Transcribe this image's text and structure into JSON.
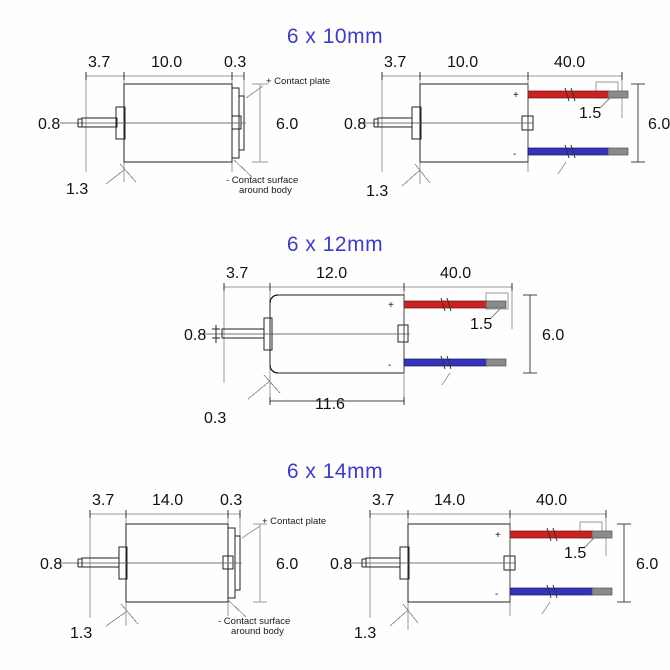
{
  "page": {
    "background": "#fefefe",
    "title_color": "#3b3bd0",
    "wire_positive_color": "#cc2222",
    "wire_negative_color": "#3333bb",
    "wire_tip_color": "#8a8a8a",
    "line_color": "#222222"
  },
  "sections": [
    {
      "id": "6x10",
      "title": "6 x 10mm",
      "left_view": {
        "name": "plain-motor-view",
        "dims": {
          "shaft_length": "3.7",
          "body_length": "10.0",
          "end_plate": "0.3",
          "shaft_dia": "0.8",
          "shaft_step": "1.3",
          "body_dia": "6.0"
        },
        "annotations": {
          "contact_plate": "+ Contact plate",
          "contact_surface_line1": "- Contact surface",
          "contact_surface_line2": "around body"
        }
      },
      "right_view": {
        "name": "wired-motor-view",
        "dims": {
          "shaft_length": "3.7",
          "body_length": "10.0",
          "wire_length": "40.0",
          "shaft_dia": "0.8",
          "shaft_step": "1.3",
          "wire_dia": "1.5",
          "body_dia": "6.0"
        },
        "polarity": {
          "positive": "+",
          "negative": "-"
        }
      }
    },
    {
      "id": "6x12",
      "title": "6 x 12mm",
      "right_view": {
        "name": "wired-motor-view",
        "dims": {
          "shaft_length": "3.7",
          "body_length": "12.0",
          "wire_length": "40.0",
          "shaft_dia": "0.8",
          "end_plate": "0.3",
          "body_inner_length": "11.6",
          "wire_dia": "1.5",
          "body_dia": "6.0"
        },
        "polarity": {
          "positive": "+",
          "negative": "-"
        }
      }
    },
    {
      "id": "6x14",
      "title": "6 x 14mm",
      "left_view": {
        "name": "plain-motor-view",
        "dims": {
          "shaft_length": "3.7",
          "body_length": "14.0",
          "end_plate": "0.3",
          "shaft_dia": "0.8",
          "shaft_step": "1.3",
          "body_dia": "6.0"
        },
        "annotations": {
          "contact_plate": "+ Contact plate",
          "contact_surface_line1": "- Contact surface",
          "contact_surface_line2": "around body"
        }
      },
      "right_view": {
        "name": "wired-motor-view",
        "dims": {
          "shaft_length": "3.7",
          "body_length": "14.0",
          "wire_length": "40.0",
          "shaft_dia": "0.8",
          "shaft_step": "1.3",
          "wire_dia": "1.5",
          "body_dia": "6.0"
        },
        "polarity": {
          "positive": "+",
          "negative": "-"
        }
      }
    }
  ]
}
